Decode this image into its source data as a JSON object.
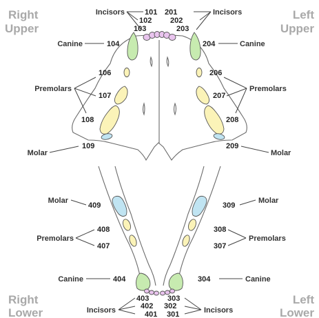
{
  "quadrants": {
    "right_upper": [
      "Right",
      "Upper"
    ],
    "left_upper": [
      "Left",
      "Upper"
    ],
    "right_lower": [
      "Right",
      "Lower"
    ],
    "left_lower": [
      "Left",
      "Lower"
    ]
  },
  "labels": {
    "incisors": "Incisors",
    "canine": "Canine",
    "premolars": "Premolars",
    "molar": "Molar"
  },
  "teeth": {
    "t101": "101",
    "t102": "102",
    "t103": "103",
    "t104": "104",
    "t106": "106",
    "t107": "107",
    "t108": "108",
    "t109": "109",
    "t201": "201",
    "t202": "202",
    "t203": "203",
    "t204": "204",
    "t206": "206",
    "t207": "207",
    "t208": "208",
    "t209": "209",
    "t301": "301",
    "t302": "302",
    "t303": "303",
    "t304": "304",
    "t307": "307",
    "t308": "308",
    "t309": "309",
    "t401": "401",
    "t402": "402",
    "t403": "403",
    "t404": "404",
    "t407": "407",
    "t408": "408",
    "t409": "409"
  },
  "colors": {
    "incisor": "#e9c4ee",
    "canine": "#c7ebb0",
    "premolar": "#fbf3b8",
    "molar": "#c0e4f2",
    "quadrant_text": "#a9a9a9",
    "bone_outline": "#6a6a6a"
  }
}
